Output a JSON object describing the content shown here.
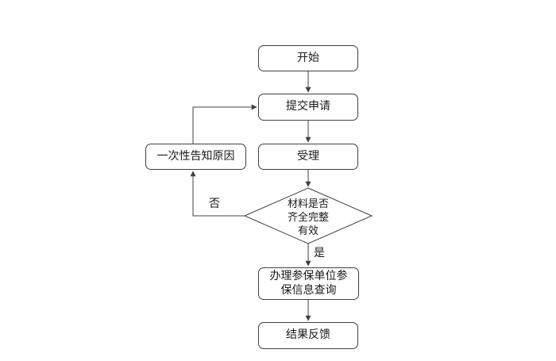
{
  "flowchart": {
    "nodes": {
      "start": {
        "label": "开始"
      },
      "submit": {
        "label": "提交申请"
      },
      "accept": {
        "label": "受理"
      },
      "decision": {
        "label": "材料是否\n齐全完整\n有效"
      },
      "process": {
        "label": "办理参保单位参保信息查询"
      },
      "feedback": {
        "label": "结果反馈"
      },
      "notify": {
        "label": "一次性告知原因"
      }
    },
    "edges": {
      "no_label": "否",
      "yes_label": "是"
    },
    "colors": {
      "stroke": "#404040",
      "fill": "#ffffff"
    }
  }
}
